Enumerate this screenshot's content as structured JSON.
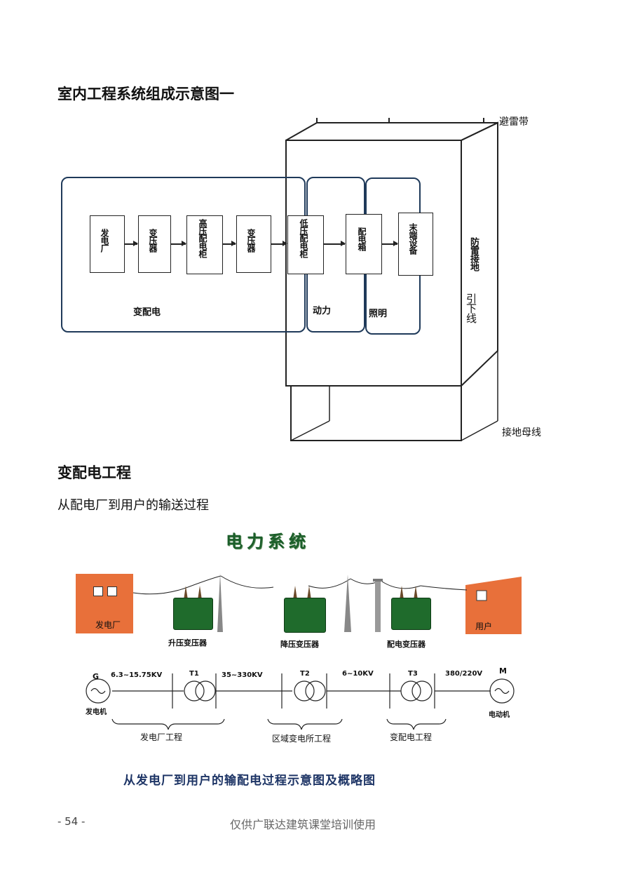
{
  "section1": {
    "title": "室内工程系统组成示意图一",
    "label_lightning_belt": "避雷带",
    "label_lightning_ground": "防雷接地",
    "label_down_lead": "引下线",
    "label_ground_bus": "接地母线",
    "boxes": [
      "发电厂",
      "变压器",
      "高压配电柜",
      "变压器",
      "低压配电柜",
      "配电箱",
      "末端设备"
    ],
    "group_labels": [
      "变配电",
      "动力",
      "照明"
    ]
  },
  "section2": {
    "title": "变配电工程",
    "subtitle": "从配电厂到用户的输送过程"
  },
  "power_figure": {
    "title": "电力系统",
    "plant_label": "发电厂",
    "user_label": "用户",
    "transformer_labels": [
      "升压变压器",
      "降压变压器",
      "配电变压器"
    ],
    "gen_letter": "G",
    "motor_letter": "M",
    "gen_label": "发电机",
    "motor_label": "电动机",
    "voltages": [
      "6.3~15.75KV",
      "35~330KV",
      "6~10KV",
      "380/220V"
    ],
    "t_labels": [
      "T1",
      "T2",
      "T3"
    ],
    "engineering_labels": [
      "发电厂工程",
      "区域变电所工程",
      "变配电工程"
    ],
    "caption": "从发电厂到用户的输配电过程示意图及概略图"
  },
  "footer": {
    "page_number": "- 54 -",
    "watermark": "仅供广联达建筑课堂培训使用"
  }
}
